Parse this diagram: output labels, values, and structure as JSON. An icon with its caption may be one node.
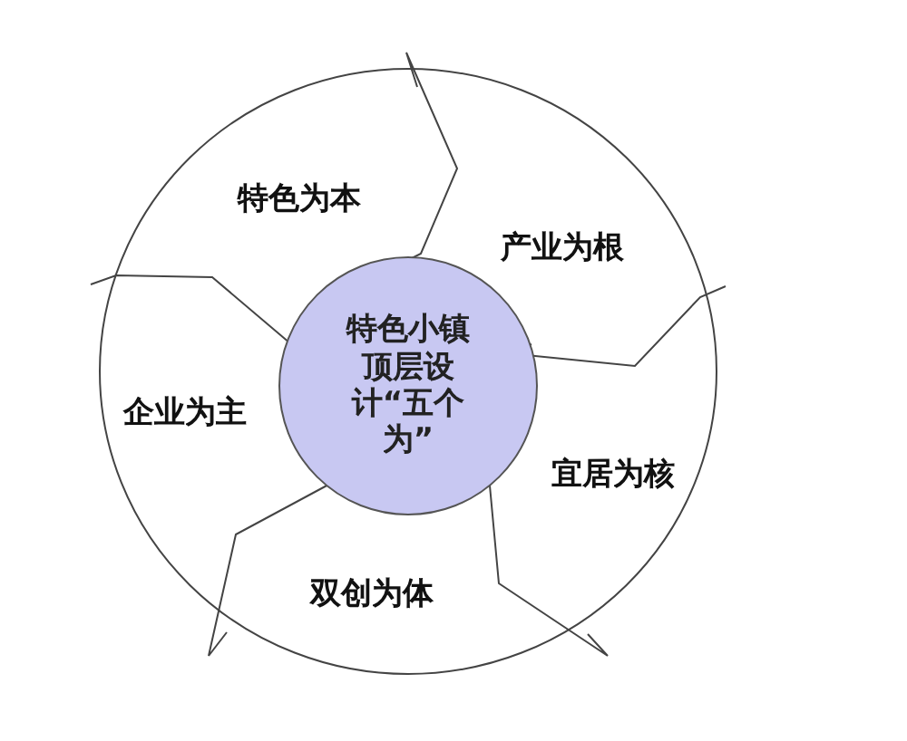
{
  "diagram": {
    "nodes": [
      {
        "text": [
          "特色小镇顶层设计“五个为”"
        ]
      },
      {
        "text": [
          "特色为本"
        ]
      },
      {
        "text": [
          "产业为根"
        ]
      },
      {
        "text": [
          "宜居为核"
        ]
      },
      {
        "text": [
          "双创为体"
        ]
      },
      {
        "text": [
          "企业为主"
        ]
      }
    ]
  }
}
